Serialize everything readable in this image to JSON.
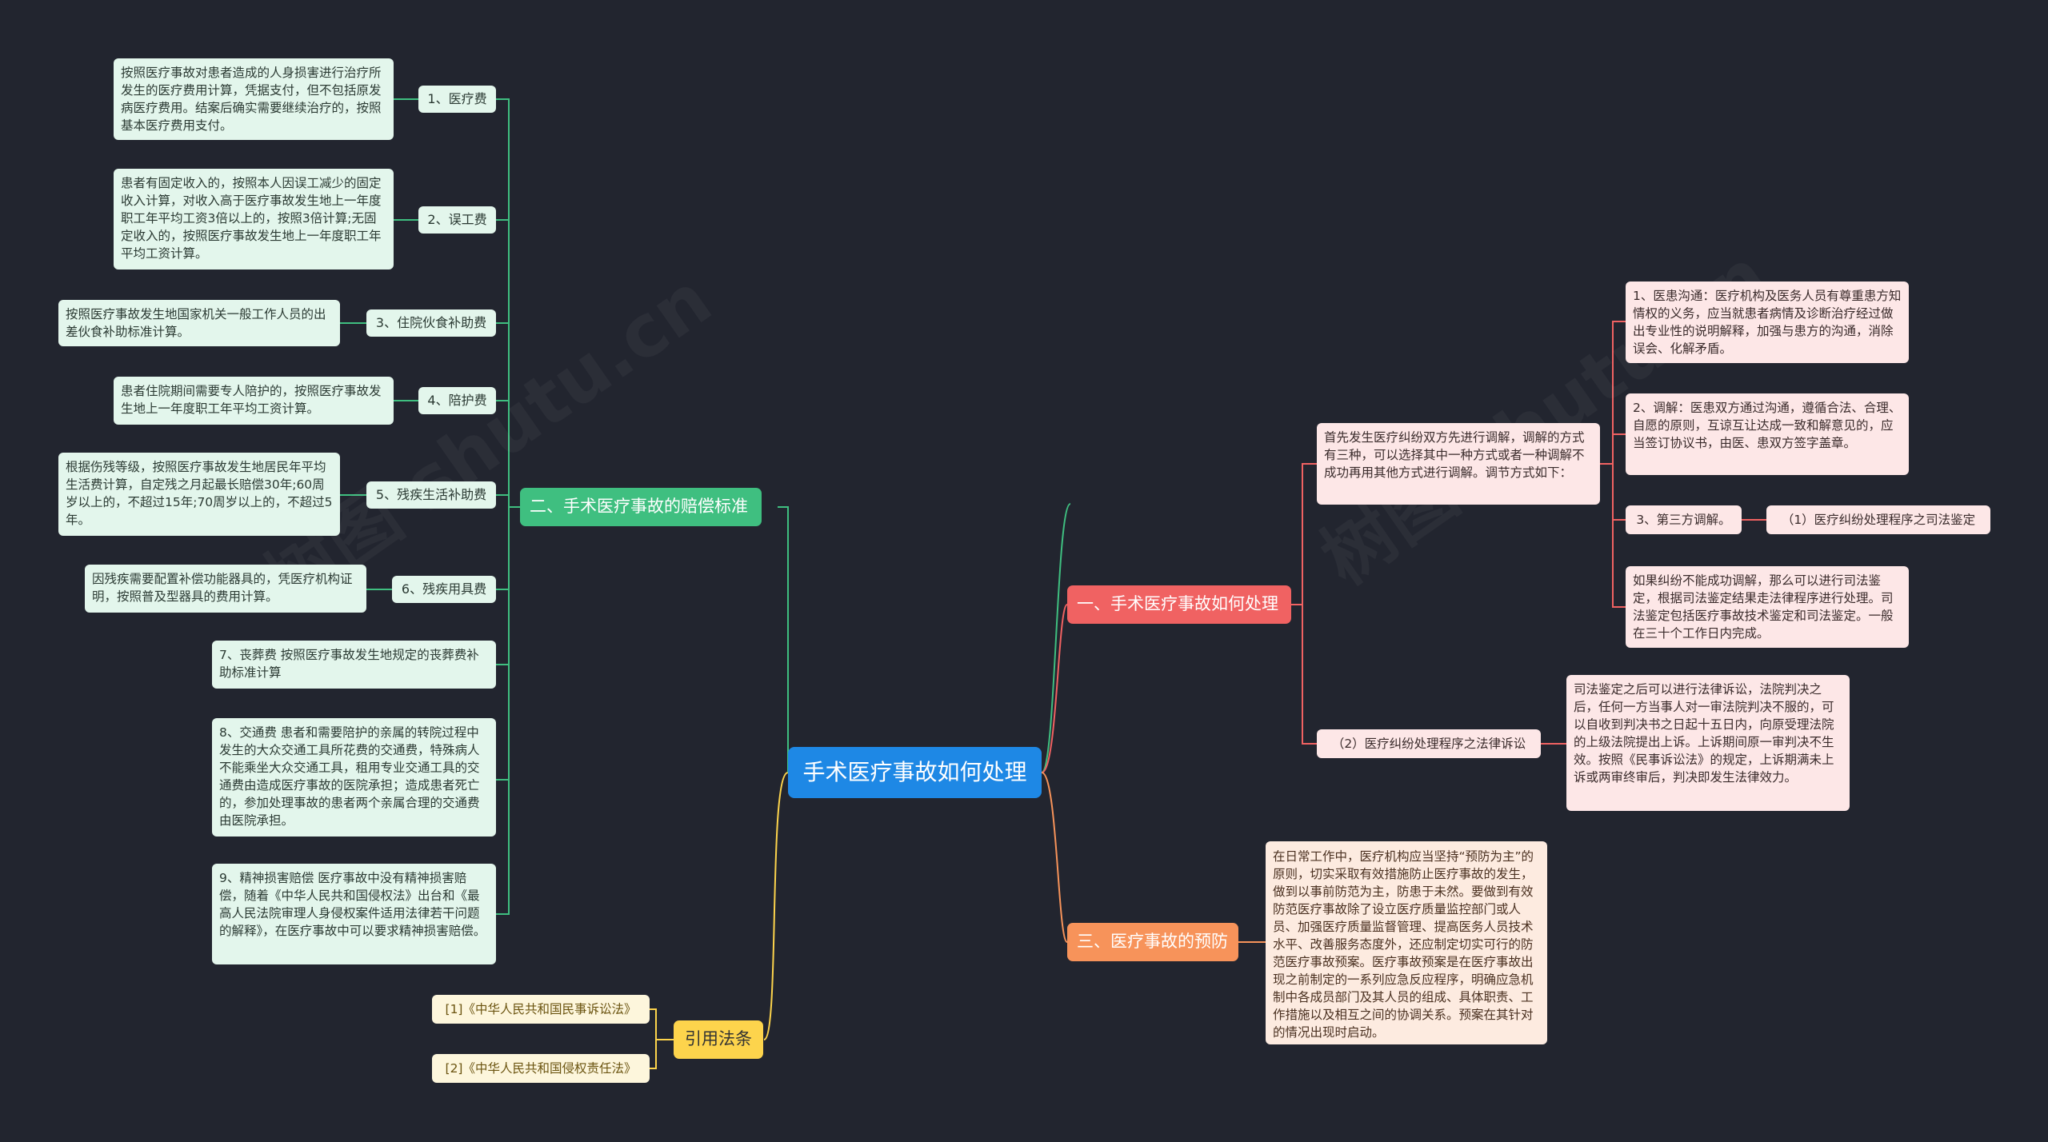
{
  "root": {
    "title": "手术医疗事故如何处理"
  },
  "compensation": {
    "title": "二、手术医疗事故的赔偿标准",
    "items": [
      {
        "label": "1、医疗费",
        "detail": "按照医疗事故对患者造成的人身损害进行治疗所发生的医疗费用计算，凭据支付，但不包括原发病医疗费用。结案后确实需要继续治疗的，按照基本医疗费用支付。"
      },
      {
        "label": "2、误工费",
        "detail": "患者有固定收入的，按照本人因误工减少的固定收入计算，对收入高于医疗事故发生地上一年度职工年平均工资3倍以上的，按照3倍计算;无固定收入的，按照医疗事故发生地上一年度职工年平均工资计算。"
      },
      {
        "label": "3、住院伙食补助费",
        "detail": "按照医疗事故发生地国家机关一般工作人员的出差伙食补助标准计算。"
      },
      {
        "label": "4、陪护费",
        "detail": "患者住院期间需要专人陪护的，按照医疗事故发生地上一年度职工年平均工资计算。"
      },
      {
        "label": "5、残疾生活补助费",
        "detail": "根据伤残等级，按照医疗事故发生地居民年平均生活费计算，自定残之月起最长赔偿30年;60周岁以上的，不超过15年;70周岁以上的，不超过5年。"
      },
      {
        "label": "6、残疾用具费",
        "detail": "因残疾需要配置补偿功能器具的，凭医疗机构证明，按照普及型器具的费用计算。"
      }
    ],
    "extra": [
      "7、丧葬费 按照医疗事故发生地规定的丧葬费补助标准计算",
      "8、交通费 患者和需要陪护的亲属的转院过程中发生的大众交通工具所花费的交通费，特殊病人不能乘坐大众交通工具，租用专业交通工具的交通费由造成医疗事故的医院承担；造成患者死亡的，参加处理事故的患者两个亲属合理的交通费由医院承担。",
      "9、精神损害赔偿 医疗事故中没有精神损害赔偿，随着《中华人民共和国侵权法》出台和《最高人民法院审理人身侵权案件适用法律若干问题的解释》，在医疗事故中可以要求精神损害赔偿。"
    ]
  },
  "citations": {
    "title": "引用法条",
    "items": [
      "[1]《中华人民共和国民事诉讼法》",
      "[2]《中华人民共和国侵权责任法》"
    ]
  },
  "handling": {
    "title": "一、手术医疗事故如何处理",
    "mediation": {
      "intro": "首先发生医疗纠纷双方先进行调解，调解的方式有三种，可以选择其中一种方式或者一种调解不成功再用其他方式进行调解。调节方式如下：",
      "items": [
        "1、医患沟通：医疗机构及医务人员有尊重患方知情权的义务，应当就患者病情及诊断治疗经过做出专业性的说明解释，加强与患方的沟通，消除误会、化解矛盾。",
        "2、调解：医患双方通过沟通，遵循合法、合理、自愿的原则，互谅互让达成一致和解意见的，应当签订协议书，由医、患双方签字盖章。",
        "3、第三方调解。",
        "如果纠纷不能成功调解，那么可以进行司法鉴定，根据司法鉴定结果走法律程序进行处理。司法鉴定包括医疗事故技术鉴定和司法鉴定。一般在三十个工作日内完成。"
      ],
      "third_party_child": "（1）医疗纠纷处理程序之司法鉴定"
    },
    "litigation": {
      "label": "（2）医疗纠纷处理程序之法律诉讼",
      "detail": "司法鉴定之后可以进行法律诉讼，法院判决之后，任何一方当事人对一审法院判决不服的，可以自收到判决书之日起十五日内，向原受理法院的上级法院提出上诉。上诉期间原一审判决不生效。按照《民事诉讼法》的规定，上诉期满未上诉或两审终审后，判决即发生法律效力。"
    }
  },
  "prevention": {
    "title": "三、医疗事故的预防",
    "detail": "在日常工作中，医疗机构应当坚持“预防为主”的原则，切实采取有效措施防止医疗事故的发生，做到以事前防范为主，防患于未然。要做到有效防范医疗事故除了设立医疗质量监控部门或人员、加强医疗质量监督管理、提高医务人员技术水平、改善服务态度外，还应制定切实可行的防范医疗事故预案。医疗事故预案是在医疗事故出现之前制定的一系列应急反应程序，明确应急机制中各成员部门及其人员的组成、具体职责、工作措施以及相互之间的协调关系。预案在其针对的情况出现时启动。"
  },
  "colors": {
    "background": "#22252f",
    "root": "#1e88e5",
    "green": "#3fbf80",
    "red": "#f06262",
    "orange": "#f7935a",
    "yellow": "#fdd44c"
  }
}
